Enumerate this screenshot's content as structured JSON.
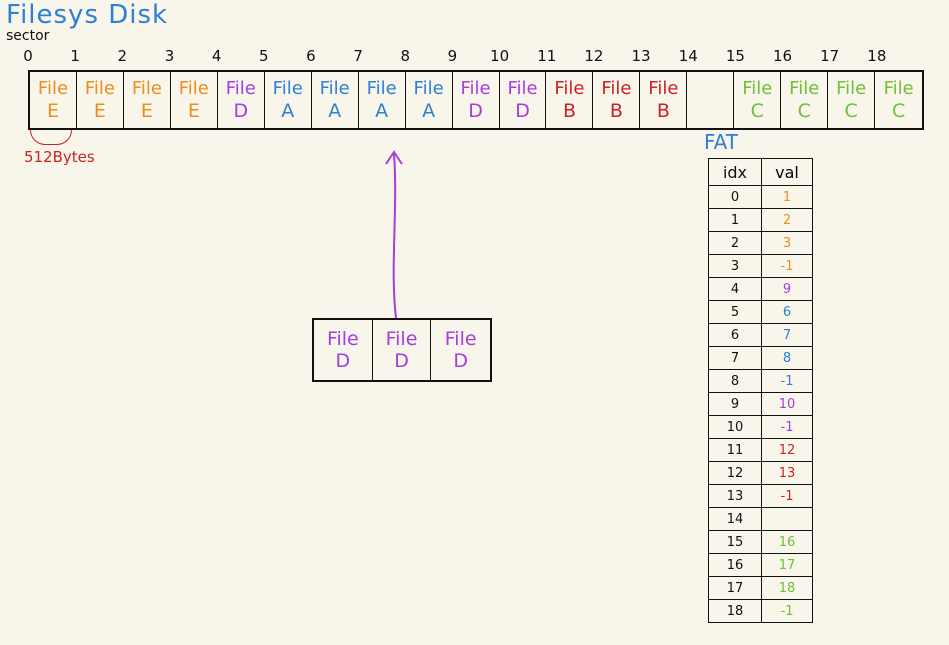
{
  "title": "Filesys Disk",
  "sector_label": "sector",
  "sector_numbers": [
    "0",
    "1",
    "2",
    "3",
    "4",
    "5",
    "6",
    "7",
    "8",
    "9",
    "10",
    "11",
    "12",
    "13",
    "14",
    "15",
    "16",
    "17",
    "18"
  ],
  "size_label": "512Bytes",
  "fat_label": "FAT",
  "colors": {
    "E": "#ef8c1e",
    "D": "#a63de0",
    "A": "#2f7fd6",
    "B": "#cc2222",
    "C": "#6fbf3a",
    "title": "#2f7fd6"
  },
  "disk_sectors": [
    {
      "line1": "File",
      "line2": "E",
      "file": "E"
    },
    {
      "line1": "File",
      "line2": "E",
      "file": "E"
    },
    {
      "line1": "File",
      "line2": "E",
      "file": "E"
    },
    {
      "line1": "File",
      "line2": "E",
      "file": "E"
    },
    {
      "line1": "File",
      "line2": "D",
      "file": "D"
    },
    {
      "line1": "File",
      "line2": "A",
      "file": "A"
    },
    {
      "line1": "File",
      "line2": "A",
      "file": "A"
    },
    {
      "line1": "File",
      "line2": "A",
      "file": "A"
    },
    {
      "line1": "File",
      "line2": "A",
      "file": "A"
    },
    {
      "line1": "File",
      "line2": "D",
      "file": "D"
    },
    {
      "line1": "File",
      "line2": "D",
      "file": "D"
    },
    {
      "line1": "File",
      "line2": "B",
      "file": "B"
    },
    {
      "line1": "File",
      "line2": "B",
      "file": "B"
    },
    {
      "line1": "File",
      "line2": "B",
      "file": "B"
    },
    {
      "line1": "",
      "line2": "",
      "file": ""
    },
    {
      "line1": "File",
      "line2": "C",
      "file": "C"
    },
    {
      "line1": "File",
      "line2": "C",
      "file": "C"
    },
    {
      "line1": "File",
      "line2": "C",
      "file": "C"
    },
    {
      "line1": "File",
      "line2": "C",
      "file": "C"
    }
  ],
  "new_file_blocks": [
    {
      "line1": "File",
      "line2": "D",
      "file": "D"
    },
    {
      "line1": "File",
      "line2": "D",
      "file": "D"
    },
    {
      "line1": "File",
      "line2": "D",
      "file": "D"
    }
  ],
  "fat": {
    "headers": [
      "idx",
      "val"
    ],
    "rows": [
      {
        "idx": "0",
        "val": "1",
        "file": "E"
      },
      {
        "idx": "1",
        "val": "2",
        "file": "E"
      },
      {
        "idx": "2",
        "val": "3",
        "file": "E"
      },
      {
        "idx": "3",
        "val": "-1",
        "file": "E"
      },
      {
        "idx": "4",
        "val": "9",
        "file": "D"
      },
      {
        "idx": "5",
        "val": "6",
        "file": "A"
      },
      {
        "idx": "6",
        "val": "7",
        "file": "A"
      },
      {
        "idx": "7",
        "val": "8",
        "file": "A"
      },
      {
        "idx": "8",
        "val": "-1",
        "file": "A"
      },
      {
        "idx": "9",
        "val": "10",
        "file": "D"
      },
      {
        "idx": "10",
        "val": "-1",
        "file": "D"
      },
      {
        "idx": "11",
        "val": "12",
        "file": "B"
      },
      {
        "idx": "12",
        "val": "13",
        "file": "B"
      },
      {
        "idx": "13",
        "val": "-1",
        "file": "B"
      },
      {
        "idx": "14",
        "val": "",
        "file": ""
      },
      {
        "idx": "15",
        "val": "16",
        "file": "C"
      },
      {
        "idx": "16",
        "val": "17",
        "file": "C"
      },
      {
        "idx": "17",
        "val": "18",
        "file": "C"
      },
      {
        "idx": "18",
        "val": "-1",
        "file": "C"
      }
    ]
  }
}
